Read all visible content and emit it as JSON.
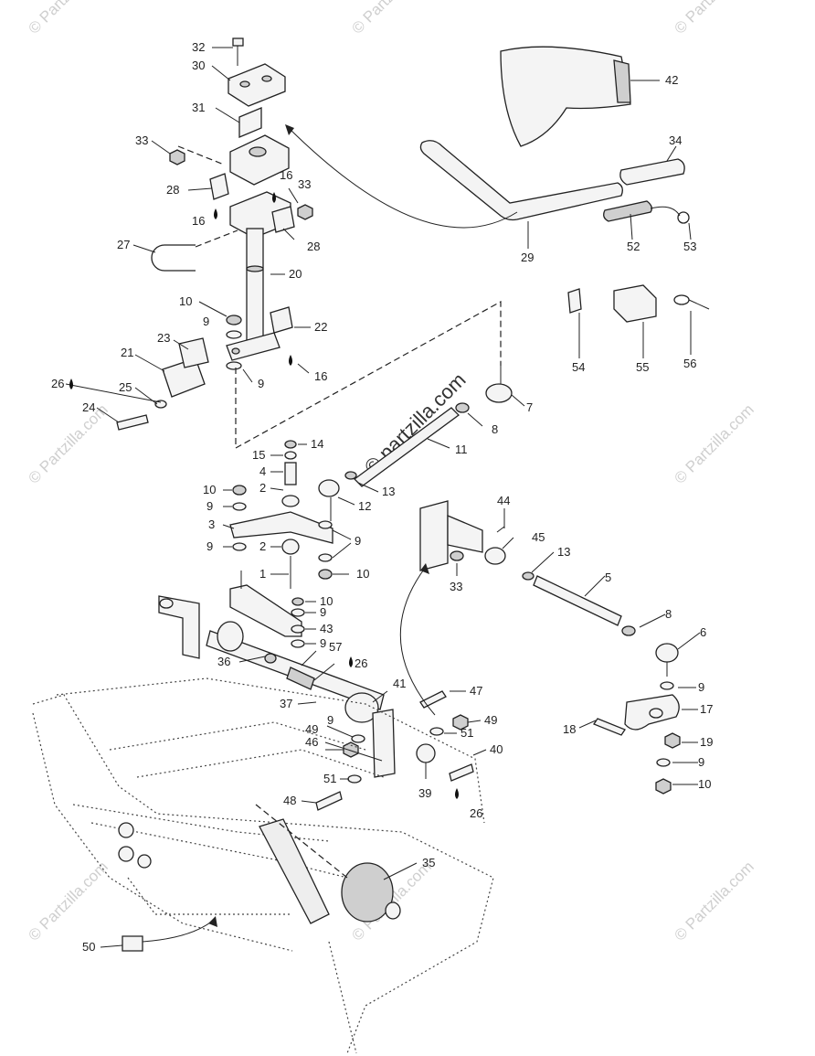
{
  "watermarks": {
    "corner": "© Partzilla.com",
    "main": "© partzilla.com"
  },
  "callouts": {
    "c32": "32",
    "c30": "30",
    "c31": "31",
    "c33a": "33",
    "c16a": "16",
    "c33b": "33",
    "c28a": "28",
    "c16b": "16",
    "c28b": "28",
    "c27": "27",
    "c20": "20",
    "c10a": "10",
    "c9a": "9",
    "c22": "22",
    "c23": "23",
    "c21": "21",
    "c16c": "16",
    "c9b": "9",
    "c26a": "26",
    "c25": "25",
    "c24": "24",
    "c42": "42",
    "c34": "34",
    "c29": "29",
    "c52": "52",
    "c53": "53",
    "c54": "54",
    "c55": "55",
    "c56": "56",
    "c7": "7",
    "c8a": "8",
    "c11": "11",
    "c14": "14",
    "c15": "15",
    "c4": "4",
    "c2a": "2",
    "c13a": "13",
    "c12": "12",
    "c10b": "10",
    "c9c": "9",
    "c3": "3",
    "c9d": "9",
    "c9e": "9",
    "c2b": "2",
    "c10c": "10",
    "c1": "1",
    "c10d": "10",
    "c9f": "9",
    "c43": "43",
    "c9g": "9",
    "c57": "57",
    "c26b": "26",
    "c36": "36",
    "c44": "44",
    "c45": "45",
    "c13b": "13",
    "c33c": "33",
    "c5": "5",
    "c8b": "8",
    "c6": "6",
    "c9h": "9",
    "c17": "17",
    "c18": "18",
    "c19": "19",
    "c9i": "9",
    "c10e": "10",
    "c37": "37",
    "c41": "41",
    "c47": "47",
    "c9j": "9",
    "c49a": "49",
    "c46": "46",
    "c49b": "49",
    "c51a": "51",
    "c40": "40",
    "c51b": "51",
    "c39": "39",
    "c26c": "26",
    "c48": "48",
    "c35": "35",
    "c50": "50"
  }
}
